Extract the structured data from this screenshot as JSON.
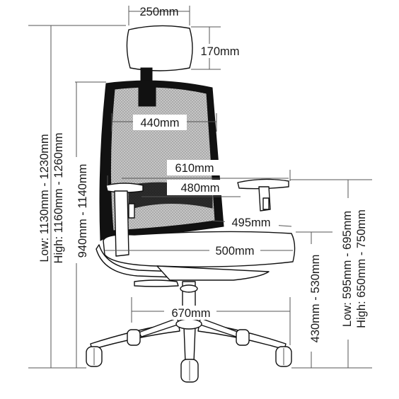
{
  "diagram": {
    "labels": {
      "headrest_width": "250mm",
      "headrest_height": "170mm",
      "backrest_width": "440mm",
      "armrest_outer_width": "610mm",
      "armrest_inner_width": "480mm",
      "seat_depth": "495mm",
      "seat_width": "500mm",
      "base_diameter": "670mm",
      "total_height_line1": "Low: 1130mm - 1230mm",
      "total_height_line2": "High: 1160mm - 1260mm",
      "no_headrest_height": "940mm - 1140mm",
      "seat_height": "430mm - 530mm",
      "armrest_height_line1": "Low: 595mm - 695mm",
      "armrest_height_line2": "High: 650mm - 750mm"
    }
  }
}
